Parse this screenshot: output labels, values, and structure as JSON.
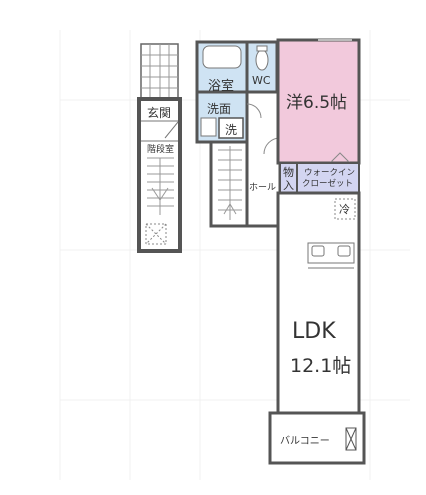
{
  "colors": {
    "wall": "#555555",
    "bedroom": "#f2c9dc",
    "wet_area": "#cfe3f3",
    "closet": "#d3d5f1",
    "line": "#777777"
  },
  "rooms": {
    "bath": "浴室",
    "wc": "WC",
    "bedroom": "洋6.5帖",
    "washroom": "洗面",
    "washer": "洗",
    "entrance": "玄関",
    "stair_room": "階段室",
    "storage_1": "物",
    "storage_2": "入",
    "closet_1": "ウォークイン",
    "closet_2": "クローゼット",
    "hall": "ホール",
    "fridge": "冷",
    "ldk_1": "LDK",
    "ldk_2": "12.1帖",
    "balcony": "バルコニー"
  }
}
